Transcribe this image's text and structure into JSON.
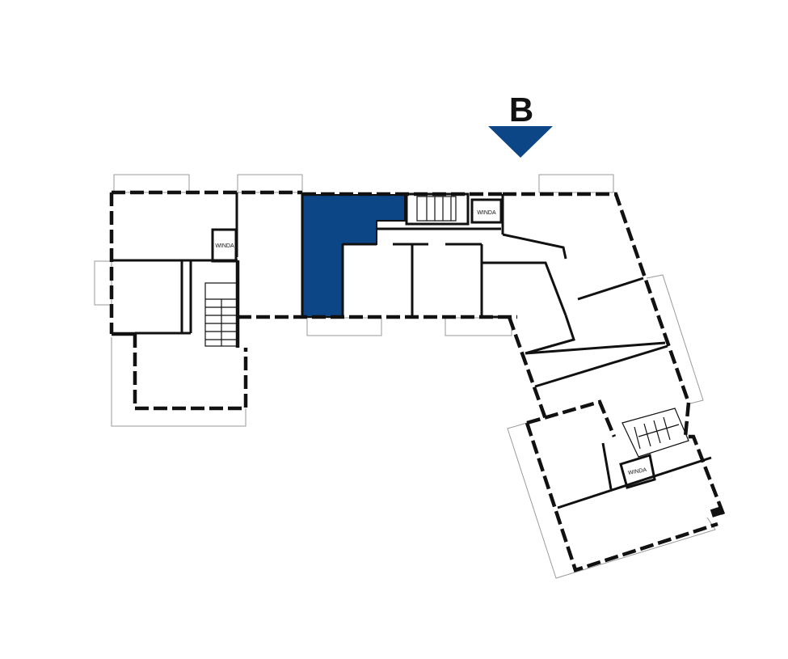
{
  "marker": {
    "label": "B",
    "color": "#0d4687"
  },
  "highlight": {
    "color": "#0d4687",
    "state": "selected-apartment"
  },
  "lift_labels": [
    "WINDA",
    "WINDA",
    "WINDA"
  ],
  "icons": {
    "stairs": "stairs-icon",
    "direction": "view-direction-arrow-icon"
  }
}
